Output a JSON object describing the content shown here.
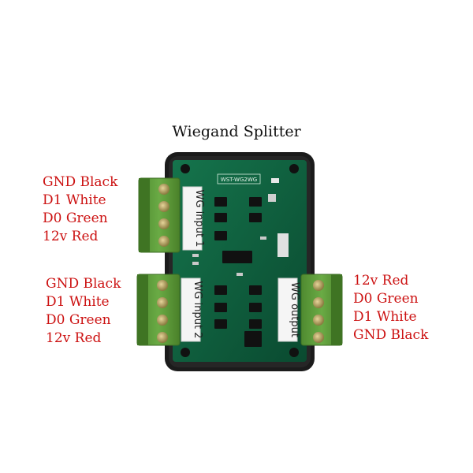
{
  "title": "Wiegand Splitter",
  "board": {
    "top_marking": "WST-WG2WG",
    "label_input1": "WG input 1",
    "label_input2": "WG input 2",
    "label_output": "WG output"
  },
  "input1": {
    "wires": [
      "GND Black",
      "D1 White",
      "D0 Green",
      "12v Red"
    ]
  },
  "input2": {
    "wires": [
      "GND Black",
      "D1 White",
      "D0 Green",
      "12v Red"
    ]
  },
  "output": {
    "wires": [
      "12v Red",
      "D0 Green",
      "D1 White",
      "GND Black"
    ]
  },
  "colors": {
    "label_text": "#cc1111",
    "enclosure": "#1b1b1b",
    "pcb": "#0e5c3c",
    "terminal_block": "#5c9a3c"
  }
}
